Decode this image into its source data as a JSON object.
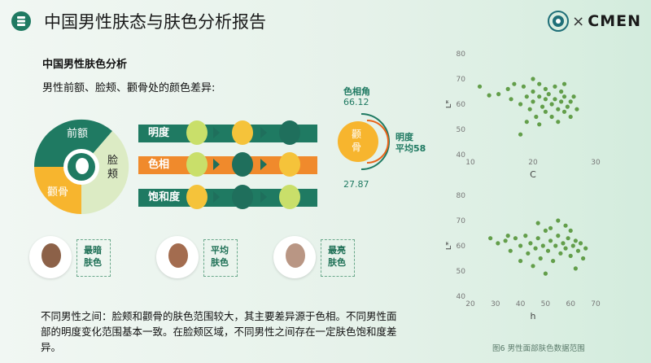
{
  "header": {
    "title": "中国男性肤态与肤色分析报告",
    "logo_separator": "×",
    "logo_text": "CMEN"
  },
  "section": {
    "subtitle": "中国男性肤色分析",
    "lead": "男性前额、脸颊、颧骨处的颜色差异:"
  },
  "donut": {
    "forehead": "前额",
    "cheek": "脸颊",
    "cheekbone": "颧骨"
  },
  "bars": [
    {
      "label": "明度",
      "color": "#1f7a62"
    },
    {
      "label": "色相",
      "color": "#f08a2c"
    },
    {
      "label": "饱和度",
      "color": "#1f7a62"
    }
  ],
  "hue_gauge": {
    "title": "色相角",
    "max_value": "66.12",
    "min_value": "27.87",
    "center_label": "颧骨",
    "brightness_label": "明度",
    "brightness_value": "平均58"
  },
  "swatches": [
    {
      "label": "最暗肤色",
      "color": "#8c6148"
    },
    {
      "label": "平均肤色",
      "color": "#a36c4f"
    },
    {
      "label": "最亮肤色",
      "color": "#b99684"
    }
  ],
  "summary": "不同男性之间：脸颊和颧骨的肤色范围较大，其主要差异源于色相。不同男性面部的明度变化范围基本一致。在脸颊区域，不同男性之间存在一定肤色饱和度差异。",
  "chart_data": [
    {
      "type": "scatter",
      "xlabel": "C",
      "ylabel": "L*",
      "xlim": [
        10,
        30
      ],
      "ylim": [
        40,
        80
      ],
      "xticks": [
        "10",
        "20",
        "30"
      ],
      "yticks": [
        "40",
        "50",
        "60",
        "70",
        "80"
      ],
      "grid": false,
      "color": "#4d8f2f",
      "points": [
        [
          11.5,
          67
        ],
        [
          13,
          63.5
        ],
        [
          14.5,
          64
        ],
        [
          16,
          66
        ],
        [
          16.5,
          62
        ],
        [
          17,
          68
        ],
        [
          18,
          60
        ],
        [
          18.5,
          67
        ],
        [
          19,
          63
        ],
        [
          19.5,
          58
        ],
        [
          20,
          65
        ],
        [
          20,
          61
        ],
        [
          20.5,
          55
        ],
        [
          21,
          68
        ],
        [
          21,
          63
        ],
        [
          21.5,
          59
        ],
        [
          22,
          66
        ],
        [
          22,
          62
        ],
        [
          22,
          57
        ],
        [
          22.5,
          64
        ],
        [
          23,
          60
        ],
        [
          23,
          55
        ],
        [
          23.5,
          67
        ],
        [
          23.5,
          62
        ],
        [
          24,
          58
        ],
        [
          24,
          53
        ],
        [
          24.5,
          65
        ],
        [
          24.5,
          61
        ],
        [
          25,
          63
        ],
        [
          25,
          57
        ],
        [
          25.5,
          59
        ],
        [
          26,
          61
        ],
        [
          26,
          55
        ],
        [
          26.5,
          63
        ],
        [
          27,
          58
        ],
        [
          18,
          48
        ],
        [
          19,
          53
        ],
        [
          21,
          52
        ],
        [
          20,
          70
        ],
        [
          25,
          68
        ]
      ]
    },
    {
      "type": "scatter",
      "xlabel": "h",
      "ylabel": "L*",
      "xlim": [
        20,
        70
      ],
      "ylim": [
        40,
        80
      ],
      "xticks": [
        "20",
        "30",
        "40",
        "50",
        "60",
        "70"
      ],
      "yticks": [
        "40",
        "50",
        "60",
        "70",
        "80"
      ],
      "grid": false,
      "color": "#4d8f2f",
      "points": [
        [
          28,
          63
        ],
        [
          31,
          61
        ],
        [
          34,
          62
        ],
        [
          36,
          58
        ],
        [
          38,
          63
        ],
        [
          40,
          60
        ],
        [
          42,
          64
        ],
        [
          43,
          57
        ],
        [
          44,
          61
        ],
        [
          46,
          59
        ],
        [
          47,
          63
        ],
        [
          48,
          55
        ],
        [
          49,
          60
        ],
        [
          50,
          66
        ],
        [
          51,
          58
        ],
        [
          52,
          62
        ],
        [
          53,
          54
        ],
        [
          54,
          60
        ],
        [
          55,
          64
        ],
        [
          56,
          57
        ],
        [
          57,
          61
        ],
        [
          58,
          59
        ],
        [
          59,
          63
        ],
        [
          60,
          56
        ],
        [
          61,
          60
        ],
        [
          62,
          62
        ],
        [
          63,
          58
        ],
        [
          64,
          61
        ],
        [
          65,
          55
        ],
        [
          66,
          59
        ],
        [
          50,
          49
        ],
        [
          45,
          52
        ],
        [
          55,
          70
        ],
        [
          58,
          68
        ],
        [
          40,
          54
        ],
        [
          52,
          67
        ],
        [
          62,
          51
        ],
        [
          35,
          64
        ],
        [
          47,
          69
        ],
        [
          60,
          66
        ]
      ]
    }
  ],
  "caption": "图6 男性面部肤色数据范围"
}
